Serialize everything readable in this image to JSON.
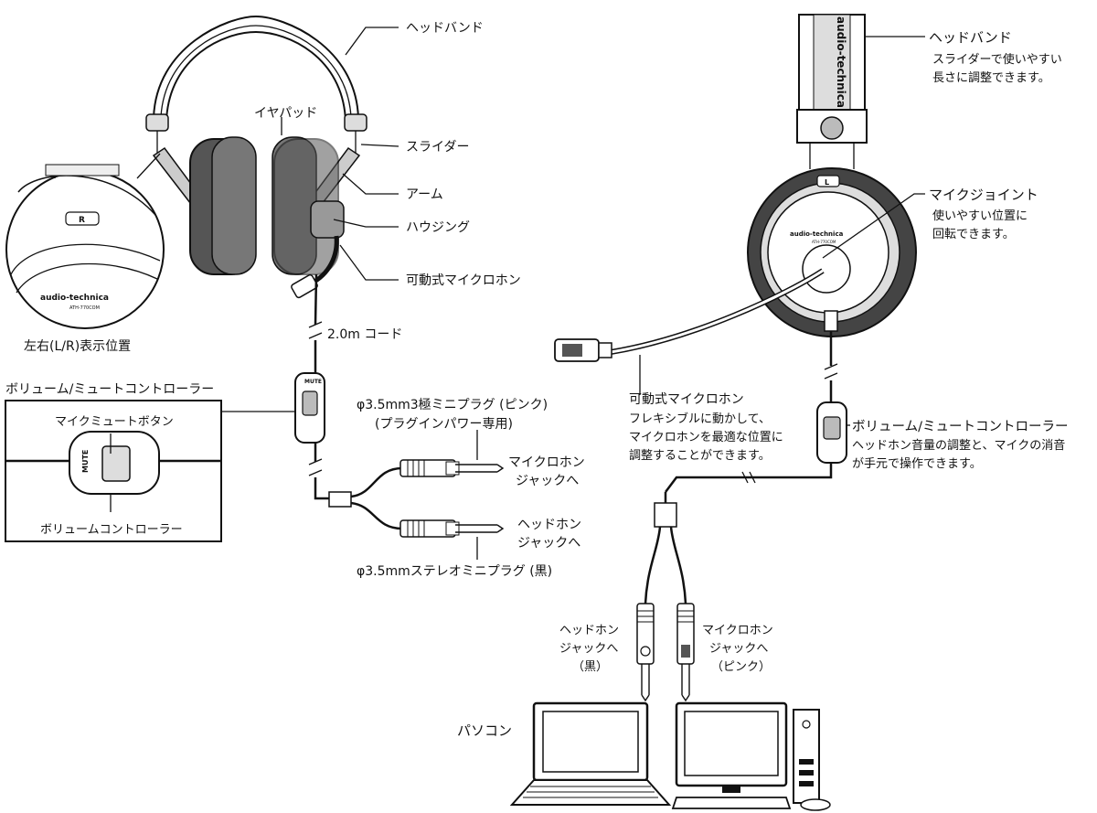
{
  "left": {
    "headband": "ヘッドバンド",
    "earpad": "イヤパッド",
    "slider": "スライダー",
    "arm": "アーム",
    "housing": "ハウジング",
    "mic": "可動式マイクロホン",
    "cord": "2.0m コード",
    "lr_position": "左右(L/R)表示位置",
    "volume_mute_title": "ボリューム/ミュートコントローラー",
    "mic_mute_button": "マイクミュートボタン",
    "volume_controller": "ボリュームコントローラー",
    "plug3_line1": "φ3.5mm3極ミニプラグ (ピンク)",
    "plug3_line2": "(プラグインパワー専用)",
    "mic_jack_line1": "マイクロホン",
    "mic_jack_line2": "ジャックへ",
    "hp_jack_line1": "ヘッドホン",
    "hp_jack_line2": "ジャックへ",
    "stereo_plug": "φ3.5mmステレオミニプラグ (黒)",
    "mute_mark": "MUTE",
    "r_mark": "R",
    "brand": "audio-technica",
    "model": "ATH-770COM"
  },
  "right": {
    "headband_title": "ヘッドバンド",
    "headband_desc1": "スライダーで使いやすい",
    "headband_desc2": "長さに調整できます。",
    "mic_joint_title": "マイクジョイント",
    "mic_joint_desc1": "使いやすい位置に",
    "mic_joint_desc2": "回転できます。",
    "mic_title": "可動式マイクロホン",
    "mic_desc1": "フレキシブルに動かして、",
    "mic_desc2": "マイクロホンを最適な位置に",
    "mic_desc3": "調整することができます。",
    "vm_title": "ボリューム/ミュートコントローラー",
    "vm_desc1": "ヘッドホン音量の調整と、マイクの消音",
    "vm_desc2": "が手元で操作できます。",
    "hp_jack1": "ヘッドホン",
    "hp_jack2": "ジャックへ",
    "hp_jack3": "（黒）",
    "mic_jack1": "マイクロホン",
    "mic_jack2": "ジャックへ",
    "mic_jack3": "（ピンク）",
    "pc": "パソコン",
    "l_mark": "L",
    "brand": "audio-technica",
    "model": "ATH-770COM"
  }
}
